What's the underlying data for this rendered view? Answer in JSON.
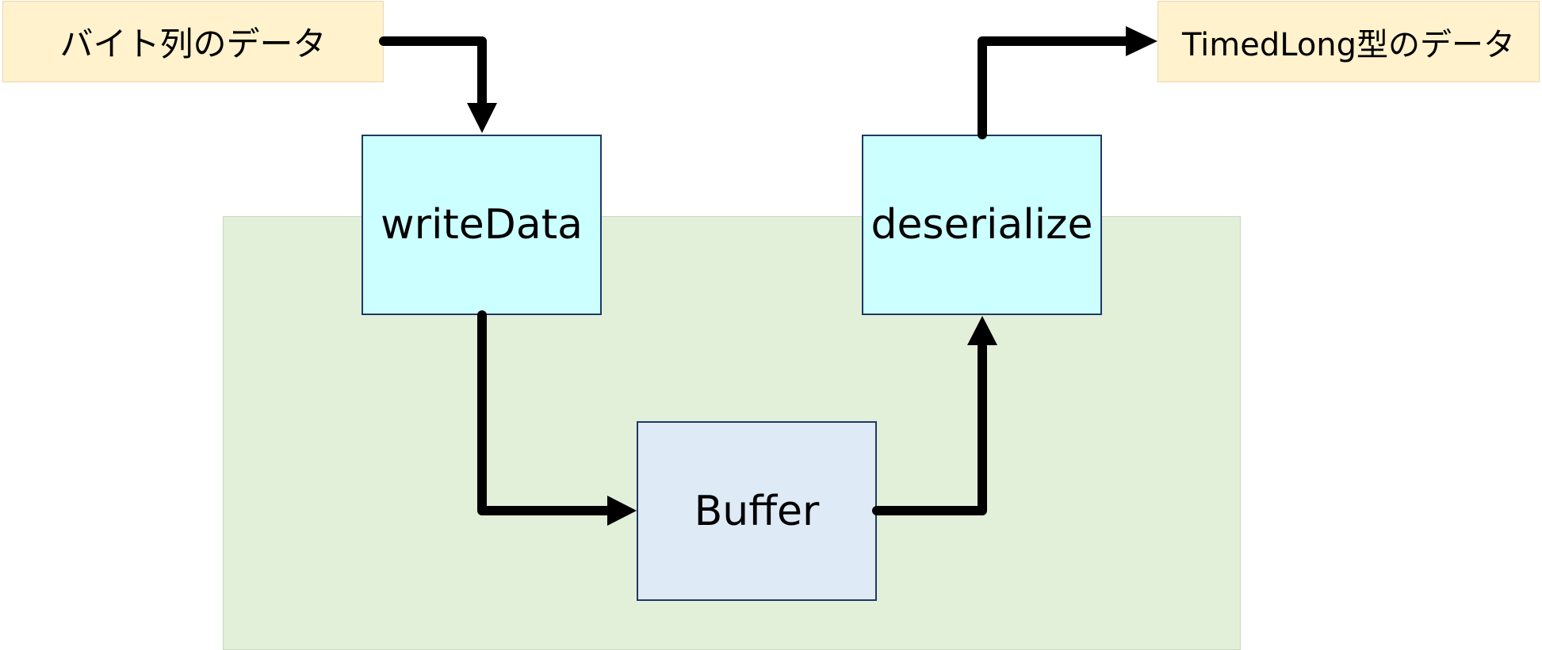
{
  "colors": {
    "region_fill": "#e2efd9",
    "io_fill": "#fff2cc",
    "process_fill": "#ccffff",
    "buffer_fill": "#deeaf6",
    "border_dark": "#1f3864",
    "arrow": "#000000"
  },
  "nodes": {
    "input": {
      "label": "バイト列のデータ"
    },
    "write": {
      "label": "writeData"
    },
    "buffer": {
      "label": "Buffer"
    },
    "deserialize": {
      "label": "deserialize"
    },
    "output": {
      "label": "TimedLong型のデータ"
    }
  },
  "edges": [
    {
      "from": "input",
      "to": "write"
    },
    {
      "from": "write",
      "to": "buffer"
    },
    {
      "from": "buffer",
      "to": "deserialize"
    },
    {
      "from": "deserialize",
      "to": "output"
    }
  ]
}
